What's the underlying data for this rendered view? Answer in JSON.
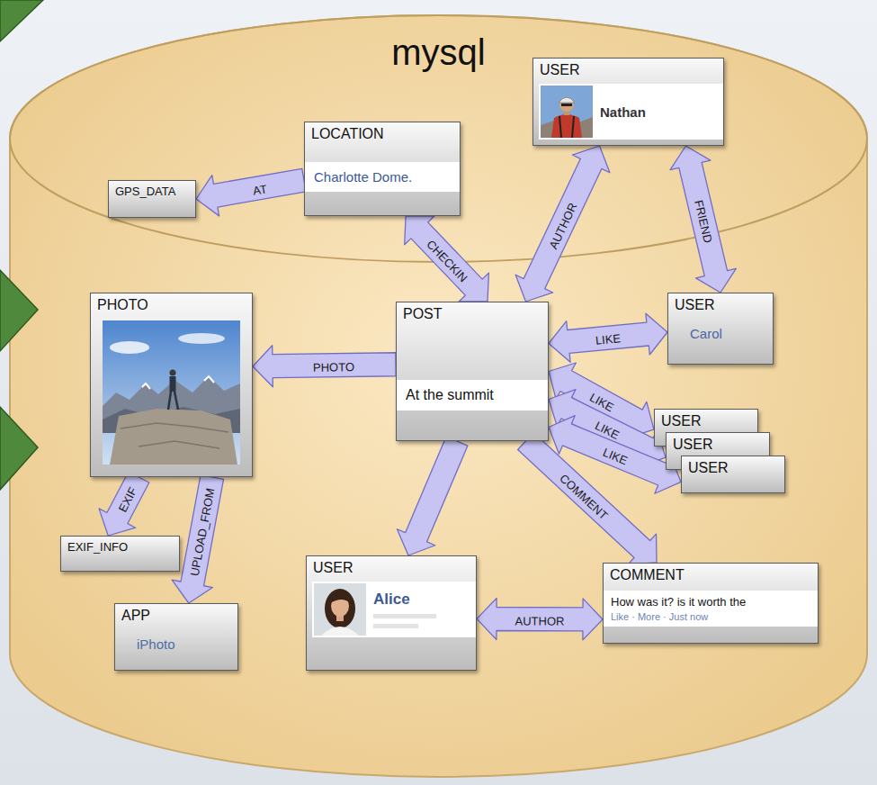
{
  "diagram": {
    "nodes": [
      {
        "text": [
          "mysql"
        ]
      },
      {
        "text": [
          "USER",
          "Nathan"
        ],
        "in": 0
      },
      {
        "text": [
          "LOCATION",
          "Charlotte Dome."
        ],
        "in": 0
      },
      {
        "text": [
          "GPS_DATA"
        ],
        "in": 0
      },
      {
        "text": [
          "PHOTO"
        ],
        "in": 0
      },
      {
        "text": [
          "POST",
          "At the summit"
        ],
        "in": 0
      },
      {
        "text": [
          "USER",
          "Carol"
        ],
        "in": 0
      },
      {
        "text": [
          "USER"
        ],
        "in": 0
      },
      {
        "text": [
          "USER"
        ],
        "in": 0
      },
      {
        "text": [
          "USER"
        ],
        "in": 0
      },
      {
        "text": [
          "EXIF_INFO"
        ],
        "in": 0
      },
      {
        "text": [
          "USER",
          "Alice"
        ],
        "in": 0
      },
      {
        "text": [
          "COMMENT",
          "How was it? is it worth the",
          "Like · More · Just now"
        ],
        "in": 0
      },
      {
        "text": [
          "APP",
          "iPhoto"
        ],
        "in": 0
      }
    ],
    "edges": [
      {
        "from": 2,
        "to": 3,
        "label": "AT",
        "arrow": "to"
      },
      {
        "from": 5,
        "to": 2,
        "label": "CHECKIN",
        "arrow": "both"
      },
      {
        "from": 5,
        "to": 1,
        "label": "AUTHOR",
        "arrow": "both"
      },
      {
        "from": 1,
        "to": 6,
        "label": "FRIEND",
        "arrow": "both"
      },
      {
        "from": 5,
        "to": 6,
        "label": "LIKE",
        "arrow": "both"
      },
      {
        "from": 5,
        "to": 7,
        "label": "LIKE",
        "arrow": "both"
      },
      {
        "from": 5,
        "to": 8,
        "label": "LIKE",
        "arrow": "both"
      },
      {
        "from": 5,
        "to": 9,
        "label": "LIKE",
        "arrow": "both"
      },
      {
        "from": 5,
        "to": 4,
        "label": "PHOTO",
        "arrow": "to"
      },
      {
        "from": 4,
        "to": 10,
        "label": "EXIF",
        "arrow": "to"
      },
      {
        "from": 4,
        "to": 13,
        "label": "UPLOAD_FROM",
        "arrow": "to"
      },
      {
        "from": 5,
        "to": 12,
        "label": "COMMENT",
        "arrow": "to"
      },
      {
        "from": 5,
        "to": 11,
        "arrow": "to"
      },
      {
        "from": 11,
        "to": 12,
        "label": "AUTHOR",
        "arrow": "both"
      }
    ]
  }
}
